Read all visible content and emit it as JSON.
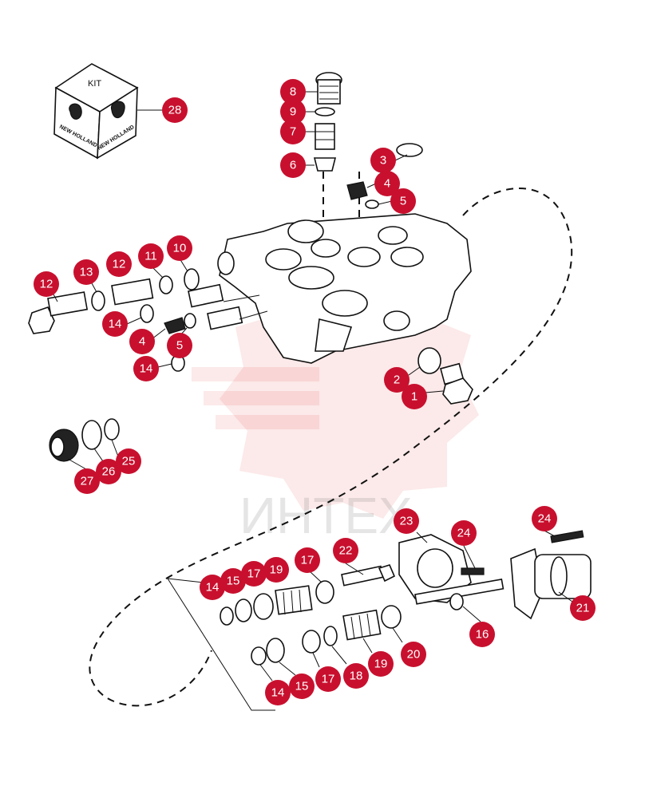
{
  "kit": {
    "label": "KIT",
    "brand_left": "NEW HOLLAND",
    "brand_right": "NEW HOLLAND"
  },
  "watermark": {
    "text": "ИНТЕХ"
  },
  "callouts": [
    "28",
    "8",
    "9",
    "7",
    "6",
    "3",
    "4",
    "5",
    "10",
    "11",
    "12",
    "13",
    "12",
    "14",
    "4",
    "5",
    "14",
    "2",
    "1",
    "25",
    "26",
    "27",
    "23",
    "24",
    "24",
    "22",
    "14",
    "15",
    "17",
    "19",
    "17",
    "21",
    "16",
    "20",
    "19",
    "18",
    "17",
    "15",
    "14"
  ],
  "colors": {
    "callout": "#c8102e",
    "watermark_logo": "#e84a4a",
    "line": "#111111"
  }
}
